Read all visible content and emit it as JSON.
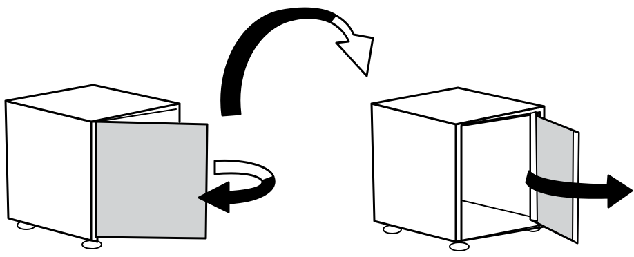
{
  "figure": {
    "panels": [
      {
        "id": "before",
        "door_state": "closed",
        "arrow": "rotate-door-closed"
      },
      {
        "id": "after",
        "door_state": "open",
        "arrow": "rotate-door-open"
      }
    ],
    "transition_icon": "curved-arrow-icon"
  },
  "colors": {
    "outline": "#000000",
    "cabinet_fill": "#ffffff",
    "door_fill": "#d1d3d4",
    "arrow_fill": "#000000",
    "arrow_hollow_fill": "#ffffff"
  }
}
